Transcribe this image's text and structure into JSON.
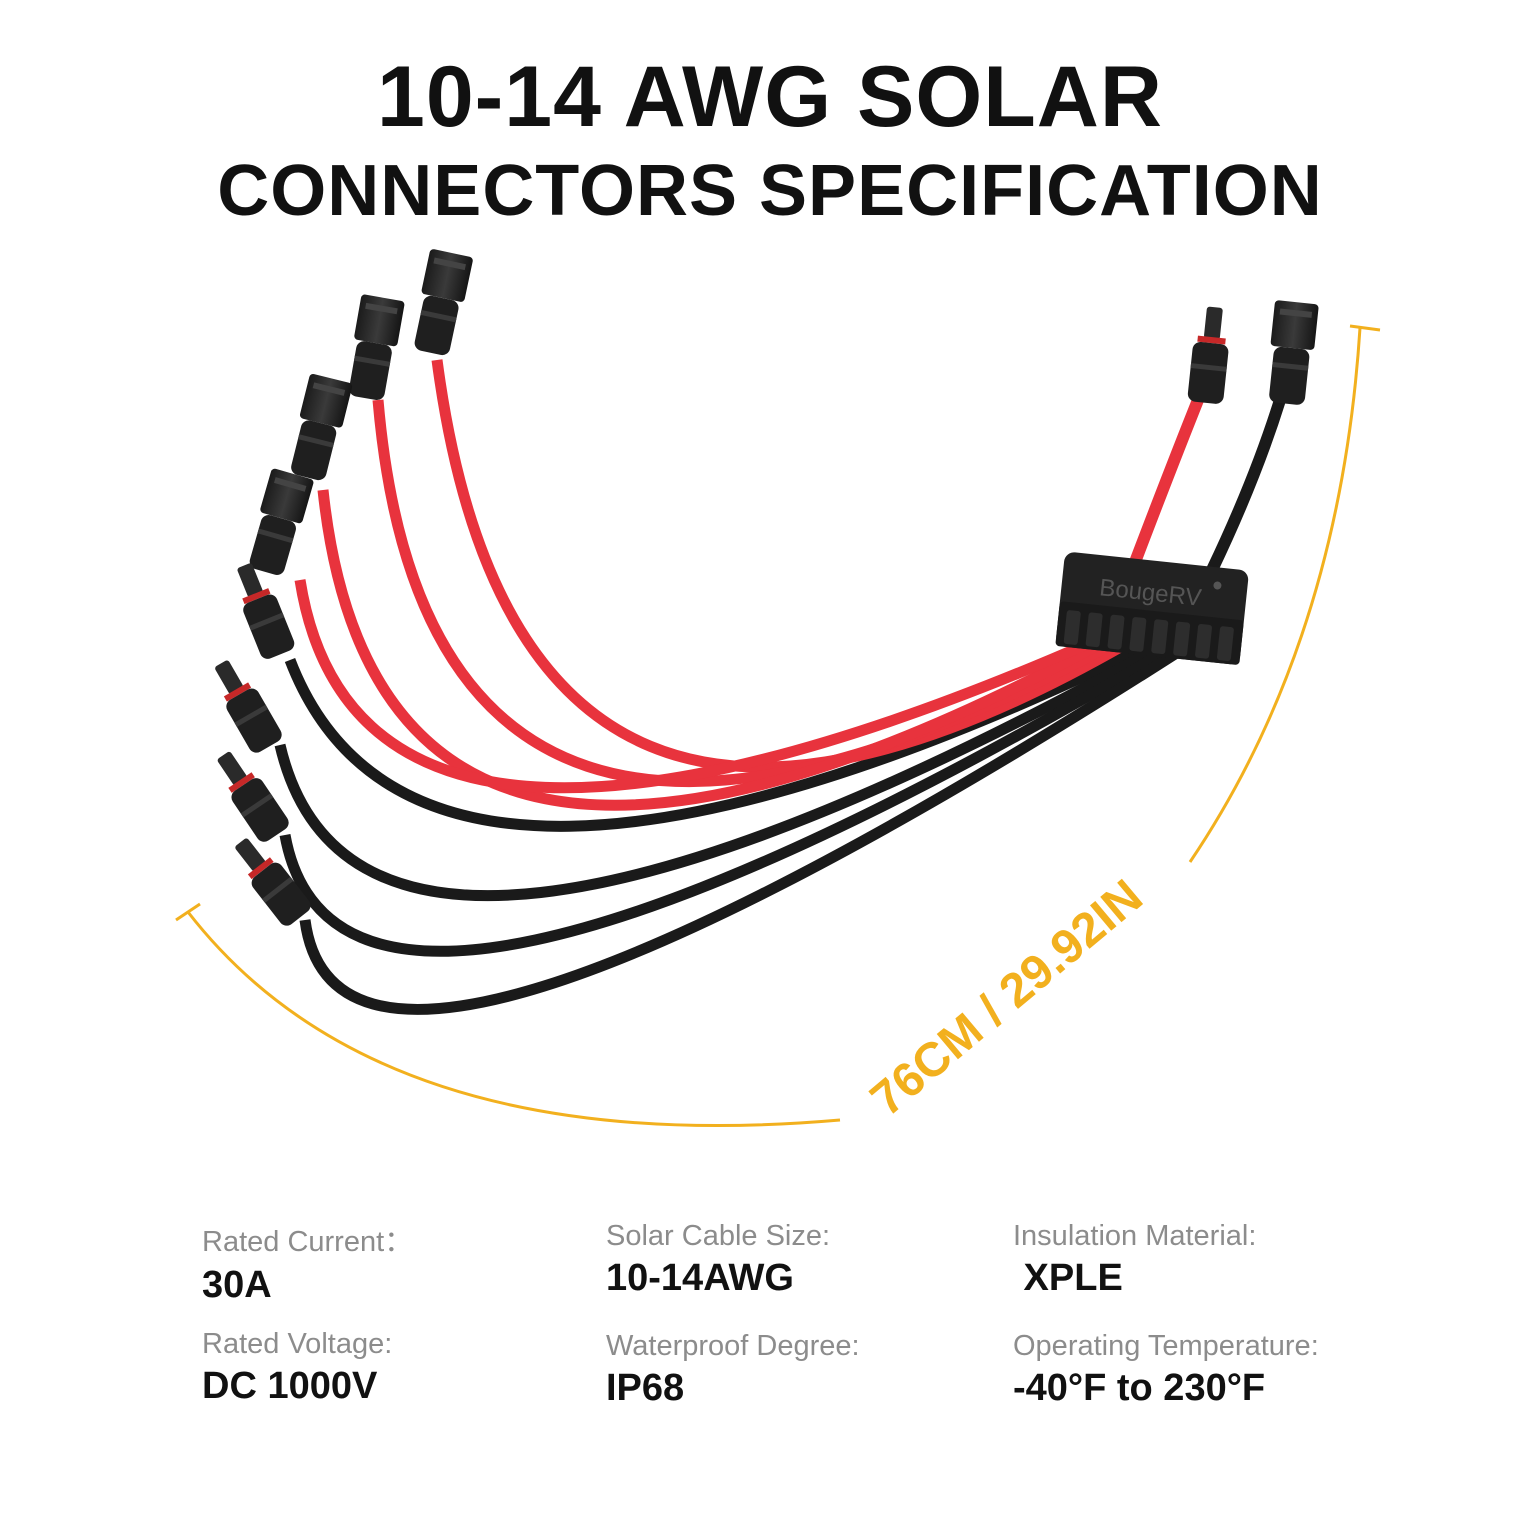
{
  "title": {
    "line1": "10-14 AWG SOLAR",
    "line2": "CONNECTORS SPECIFICATION"
  },
  "dimension": {
    "label": "76CM / 29.92IN"
  },
  "branch_box": {
    "brand": "BougeRV"
  },
  "colors": {
    "accent": "#f2b01e",
    "red_cable": "#e8333d",
    "black_cable": "#1a1a1a",
    "connector": "#2a2a2a",
    "label_gray": "#8c8c8c"
  },
  "specs": [
    {
      "label": "Rated Current：",
      "value": "30A"
    },
    {
      "label": "Rated Voltage:",
      "value": "DC 1000V"
    },
    {
      "label": "Solar Cable Size:",
      "value": "10-14AWG"
    },
    {
      "label": "Waterproof Degree:",
      "value": "IP68"
    },
    {
      "label": "Insulation Material:",
      "value": " XPLE"
    },
    {
      "label": "Operating Temperature:",
      "value": "-40°F to 230°F"
    }
  ]
}
